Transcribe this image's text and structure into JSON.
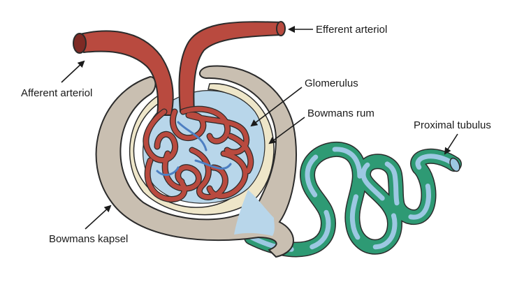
{
  "labels": {
    "efferent": "Efferent arteriol",
    "afferent": "Afferent arteriol",
    "glomerulus": "Glomerulus",
    "bowmans_rum": "Bowmans rum",
    "proximal": "Proximal tubulus",
    "bowmans_kapsel": "Bowmans kapsel"
  },
  "colors": {
    "artery": "#b94a3f",
    "artery_dark": "#7e2a24",
    "capsule": "#c9bfb1",
    "capsule_inner": "#eee6c9",
    "space": "#b8d6ea",
    "tubule_green": "#2e9a74",
    "tubule_blue": "#9cc8e2",
    "vein_blue": "#4d7fc2",
    "outline": "#2b2b2b"
  }
}
